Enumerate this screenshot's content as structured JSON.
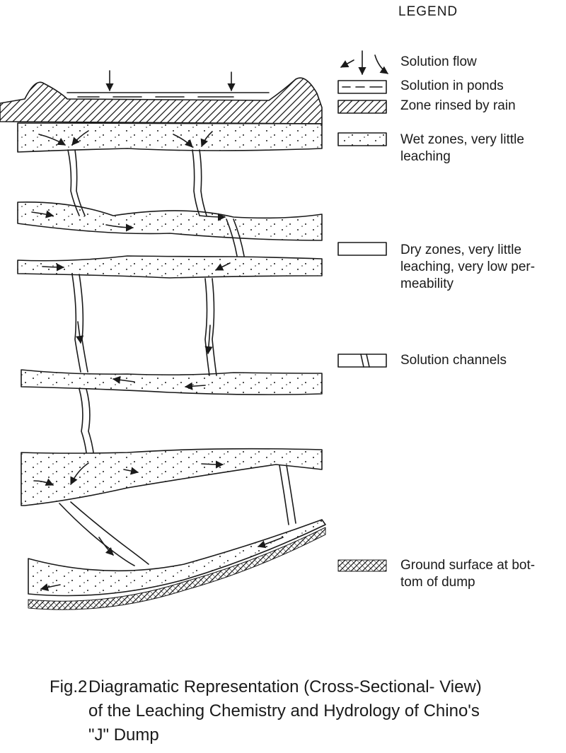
{
  "legend": {
    "title": "LEGEND",
    "items": [
      {
        "key": "solution-flow",
        "label": "Solution flow"
      },
      {
        "key": "solution-in-ponds",
        "label": "Solution in ponds"
      },
      {
        "key": "zone-rinsed-by-rain",
        "label": "Zone rinsed by rain"
      },
      {
        "key": "wet-zones",
        "label": "Wet zones, very little\nleaching"
      },
      {
        "key": "dry-zones",
        "label": "Dry zones, very little\nleaching, very low per-\nmeability"
      },
      {
        "key": "solution-channels",
        "label": "Solution channels"
      },
      {
        "key": "ground-surface",
        "label": "Ground surface at bot-\ntom of dump"
      }
    ]
  },
  "caption": {
    "number": "Fig.2",
    "text": "Diagramatic Representation (Cross-Sectional- View)\nof the Leaching Chemistry and Hydrology of Chino's\n\"J\" Dump"
  }
}
